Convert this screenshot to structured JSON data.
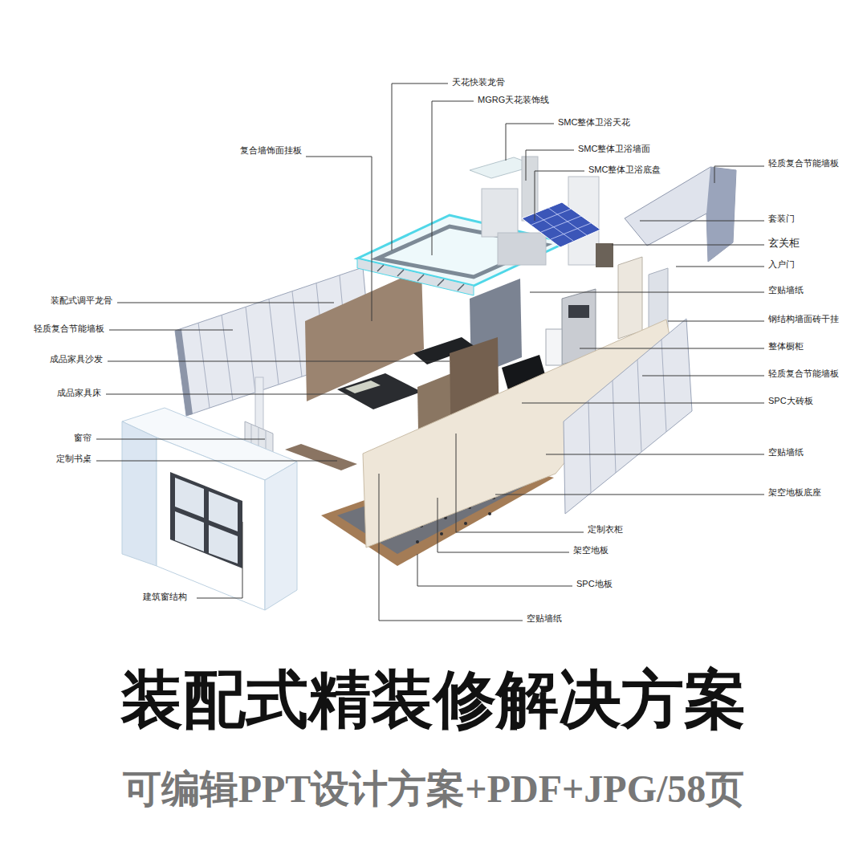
{
  "diagram": {
    "title": "装配式精装修解决方案",
    "caption": "可编辑PPT设计方案+PDF+JPG/58页",
    "labels": [
      "天花快装龙骨",
      "MGRG天花装饰线",
      "SMC整体卫浴天花",
      "复合墙饰面挂板",
      "SMC整体卫浴墙面",
      "轻质复合节能墙板",
      "SMC整体卫浴底盘",
      "套装门",
      "玄关柜",
      "入户门",
      "空贴墙纸",
      "装配式调平龙骨",
      "钢结构墙面砖干挂",
      "轻质复合节能墙板",
      "整体橱柜",
      "成品家具沙发",
      "轻质复合节能墙板",
      "成品家具床",
      "SPC大砖板",
      "窗帘",
      "空贴墙纸",
      "定制书桌",
      "架空地板底座",
      "定制衣柜",
      "架空地板",
      "SPC地板",
      "建筑窗结构",
      "空贴墙纸"
    ]
  }
}
